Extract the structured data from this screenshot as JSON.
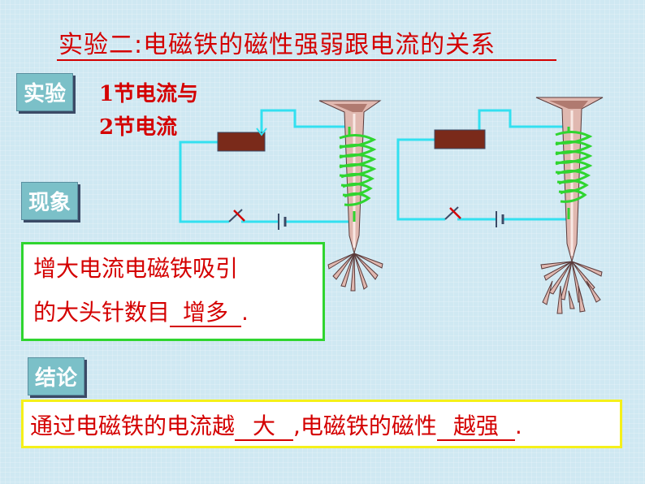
{
  "title": "实验二:电磁铁的磁性强弱跟电流的关系",
  "tags": {
    "experiment": "实验",
    "phenomenon": "现象",
    "conclusion": "结论"
  },
  "experiment_lines": [
    "1节电流与",
    "2节电流"
  ],
  "phenomenon": {
    "line1": "增大电流电磁铁吸引",
    "line2_prefix": "的大头针数目",
    "line2_blank": "增多",
    "line2_suffix": "."
  },
  "conclusion": {
    "prefix": "通过电磁铁的电流越",
    "blank1": "大",
    "middle": ",电磁铁的磁性",
    "blank2": "越强",
    "suffix": "."
  },
  "colors": {
    "title": "#d40000",
    "wire": "#33e0f0",
    "coil": "#2fd52f",
    "resistor": "#7a2a1a",
    "tag_bg": "#7bc0c8"
  }
}
